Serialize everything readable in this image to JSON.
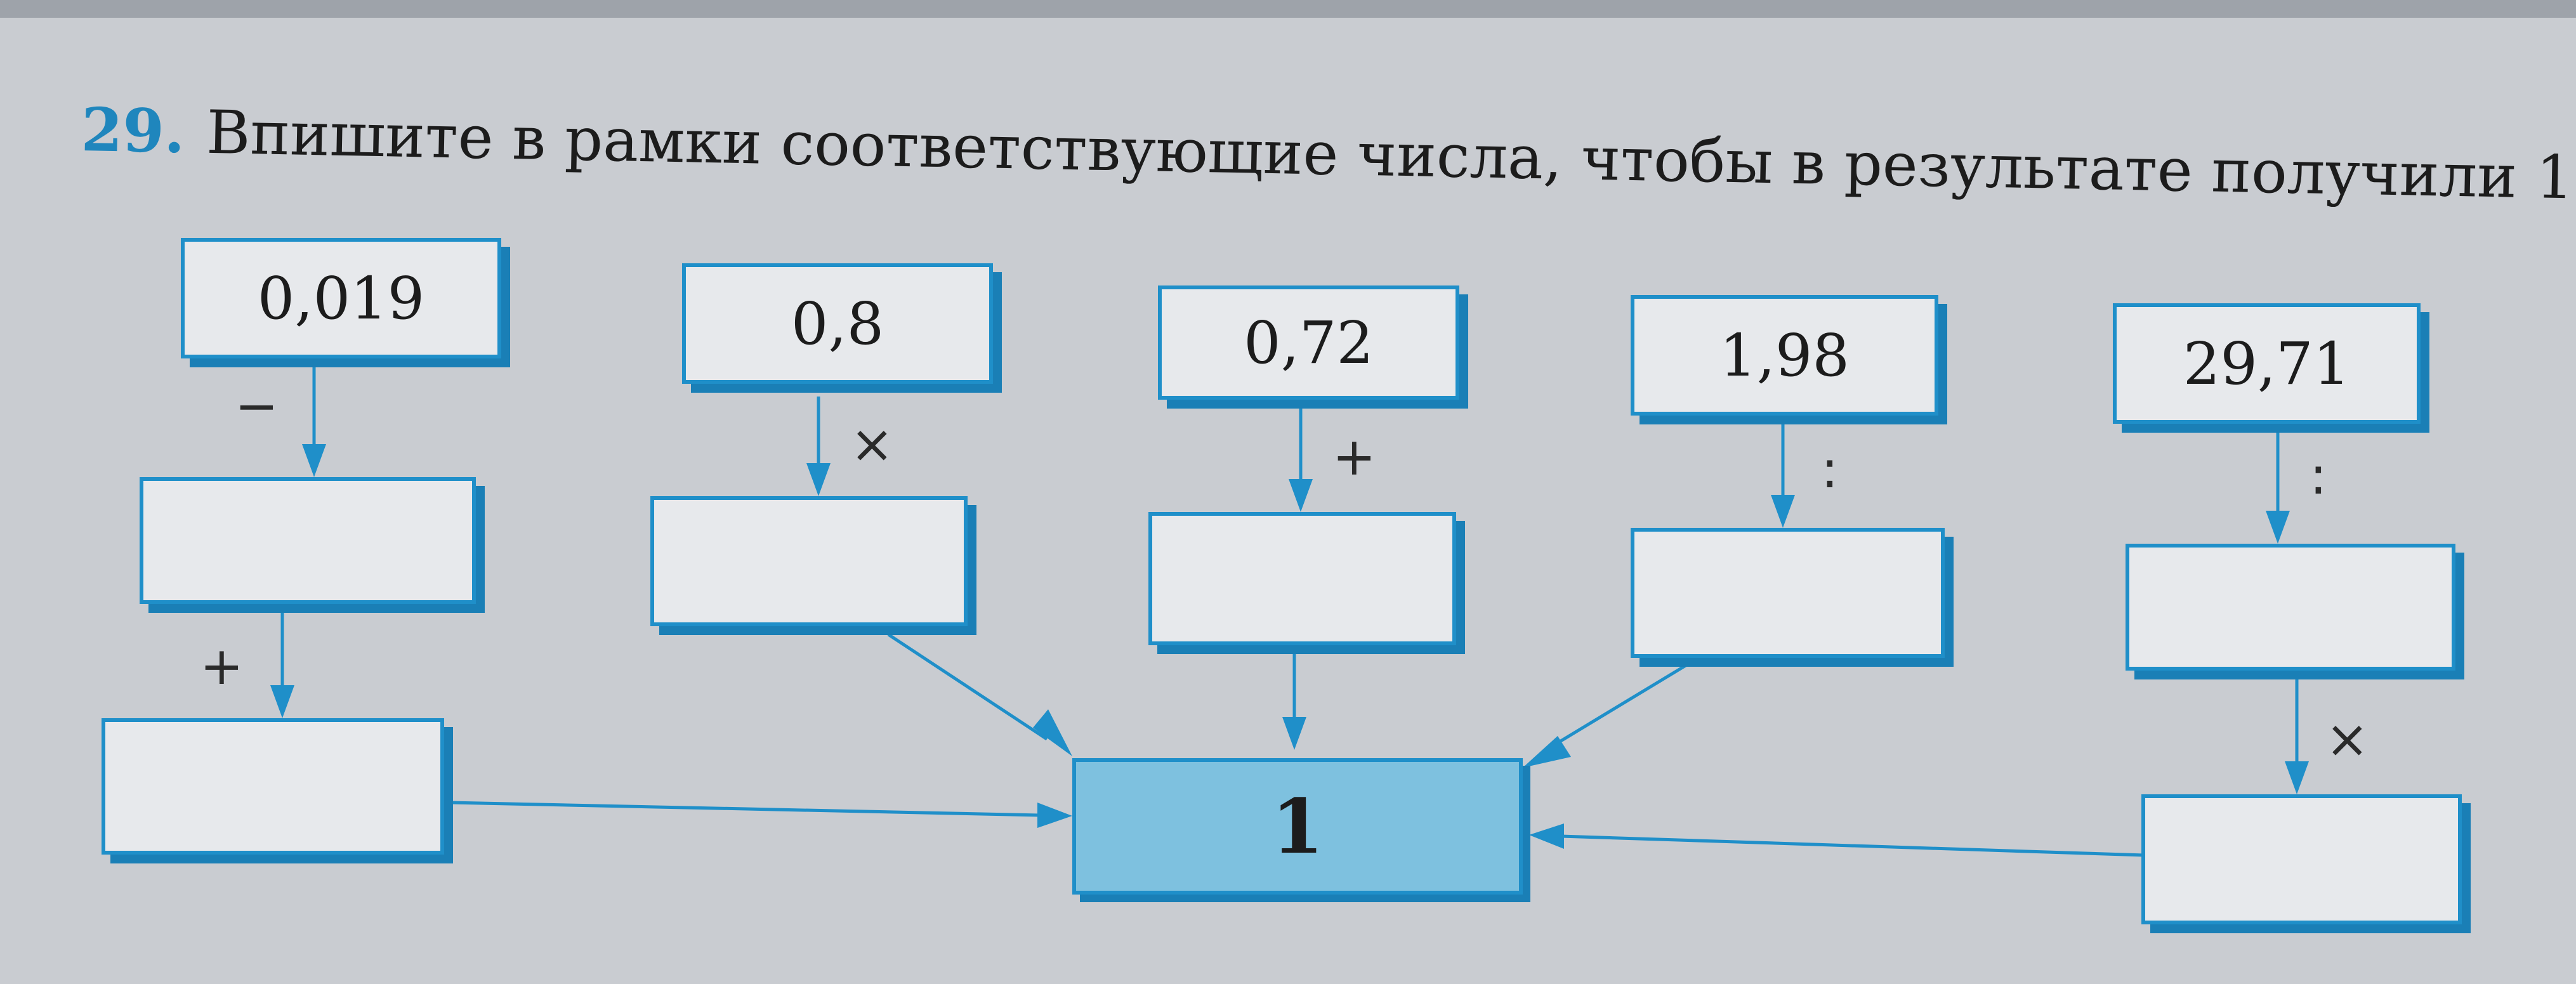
{
  "task": {
    "number": "29.",
    "text": "Впишите в рамки соответствующие числа, чтобы в результате получили 1:"
  },
  "chains": [
    {
      "start": "0,019",
      "op1": "−",
      "op2": "+"
    },
    {
      "start": "0,8",
      "op1": "×"
    },
    {
      "start": "0,72",
      "op1": "+"
    },
    {
      "start": "1,98",
      "op1": ":"
    },
    {
      "start": "29,71",
      "op1": ":",
      "op2": "×"
    }
  ],
  "result": "1",
  "colors": {
    "accent": "#1f8fc9",
    "result_fill": "#7ec1df",
    "paper": "#e7e9ec",
    "number": "#1f86bd"
  }
}
